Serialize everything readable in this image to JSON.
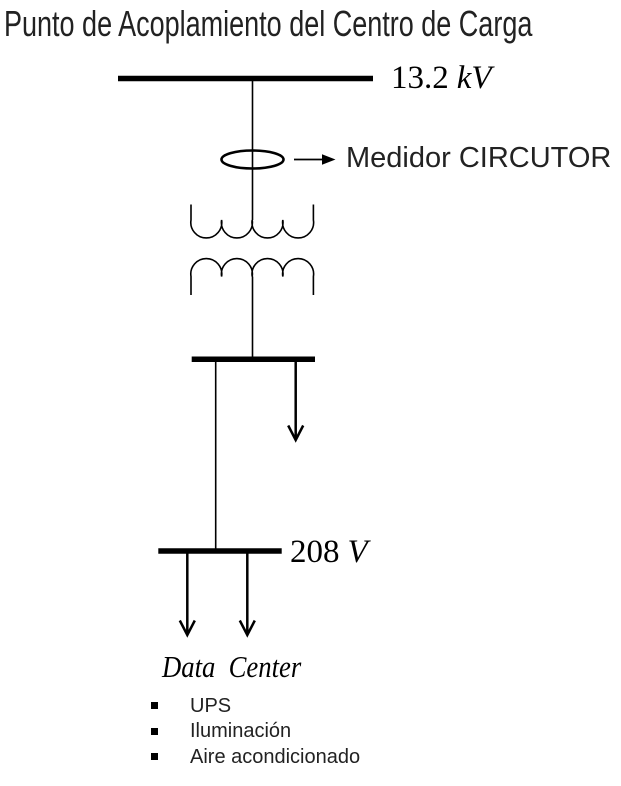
{
  "title": "Punto de Acoplamiento del Centro de Carga",
  "primary_bus": {
    "voltage_value": "13.2",
    "voltage_unit": "kV"
  },
  "meter": {
    "label": "Medidor CIRCUTOR"
  },
  "secondary_bus": {
    "voltage_value": "208",
    "voltage_unit": "V"
  },
  "load_section": {
    "title": "Data  Center",
    "items": [
      "UPS",
      "Iluminación",
      "Aire acondicionado"
    ]
  },
  "colors": {
    "ink": "#000000",
    "background": "#ffffff"
  }
}
